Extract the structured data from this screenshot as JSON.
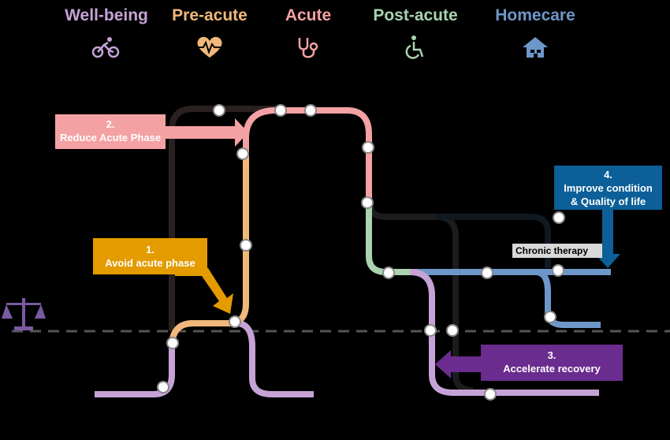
{
  "phases": [
    {
      "label": "Well-being",
      "color": "#c6a3d6",
      "icon": "bicycle-icon"
    },
    {
      "label": "Pre-acute",
      "color": "#f0b87a",
      "icon": "heartbeat-icon"
    },
    {
      "label": "Acute",
      "color": "#f4a1a3",
      "icon": "stethoscope-icon"
    },
    {
      "label": "Post-acute",
      "color": "#a9d3b1",
      "icon": "wheelchair-icon"
    },
    {
      "label": "Homecare",
      "color": "#6e97c9",
      "icon": "house-icon"
    }
  ],
  "boxes": {
    "reduce": {
      "num": "2.",
      "text": "Reduce Acute Phase",
      "color": "#f4a1a3"
    },
    "avoid": {
      "num": "1.",
      "text": "Avoid acute phase",
      "color": "#e49b00"
    },
    "improve": {
      "num": "4.",
      "text1": "Improve condition",
      "text2": "& Quality of life",
      "color": "#0c5f98"
    },
    "accelerate": {
      "num": "3.",
      "text": "Accelerate recovery",
      "color": "#6a2c8e"
    }
  },
  "chronic_label": "Chronic therapy",
  "balance_icon": "balance-scale-icon"
}
